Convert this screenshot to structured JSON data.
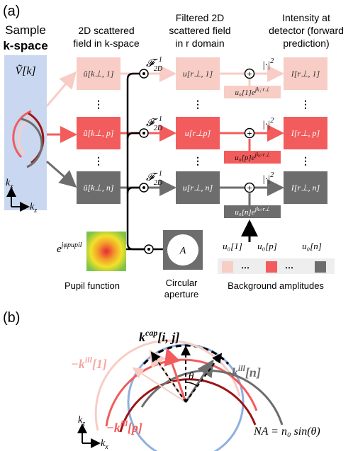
{
  "colors": {
    "light": "#f7cdc6",
    "red": "#f25c5c",
    "gray": "#6d6d6d",
    "sample_bg": "#c9d8f0",
    "dark_red": "#9c1414",
    "blue_circle": "#8fb0e0"
  },
  "panel_a": {
    "tag": "(a)",
    "sample": {
      "line1": "Sample",
      "line2": "k-space",
      "func": "Ṽ[k]",
      "axis_y": "k",
      "axis_y_sub": "x",
      "axis_x": "k",
      "axis_x_sub": "z"
    },
    "headers": {
      "col1_line1": "2D scattered",
      "col1_line2": "field in k-space",
      "col2_line1": "Filtered 2D",
      "col2_line2": "scattered field",
      "col2_line3": "in r domain",
      "col3_line1": "Intensity at",
      "col3_line2": "detector (forward",
      "col3_line3": "prediction)"
    },
    "rows": [
      {
        "u_k": "ũ[k⊥, 1]",
        "u_r": "u[r⊥, 1]",
        "I": "I[r⊥, 1]",
        "bg": "u₀[1]e",
        "bg_exp": "jk₁·r⊥"
      },
      {
        "u_k": "ũ[k⊥, p]",
        "u_r": "u[r⊥p]",
        "I": "I[r⊥, p]",
        "bg": "u₀[p]e",
        "bg_exp": "jkₚ·r⊥"
      },
      {
        "u_k": "ũ[k⊥, n]",
        "u_r": "u[r⊥, n]",
        "I": "I[r⊥, n]",
        "bg": "u₀[n]e",
        "bg_exp": "jkₙ·r⊥"
      }
    ],
    "fourier": "𝓕",
    "fourier_sup": "−1",
    "fourier_sub": "2D",
    "abs_sq": "|·|",
    "abs_sq_sup": "2",
    "plus": "+",
    "pupil_expr": "e",
    "pupil_exp": "jφpupil",
    "pupil_label": "Pupil function",
    "aperture_letter": "A",
    "aperture_line1": "Circular",
    "aperture_line2": "aperture",
    "background_labels": [
      "u₀[1]",
      "u₀[p]",
      "u₀[n]"
    ],
    "background_caption": "Background amplitudes",
    "dots": "⋯"
  },
  "panel_b": {
    "tag": "(b)",
    "kcap": "k",
    "kcap_sup": "cap",
    "kcap_args": "[i, j]",
    "kill_1": "−k",
    "kill_1_sup": "ill",
    "kill_1_arg": "[1]",
    "kill_n": "−k",
    "kill_n_sup": "ill",
    "kill_n_arg": "[n]",
    "kill_p": "−k",
    "kill_p_sup": "ill",
    "kill_p_arg": "[p]",
    "theta": "θ",
    "na_formula": "NA = n₀ sin(θ)",
    "axis_y": "k",
    "axis_y_sub": "z",
    "axis_x": "k",
    "axis_x_sub": "x"
  }
}
